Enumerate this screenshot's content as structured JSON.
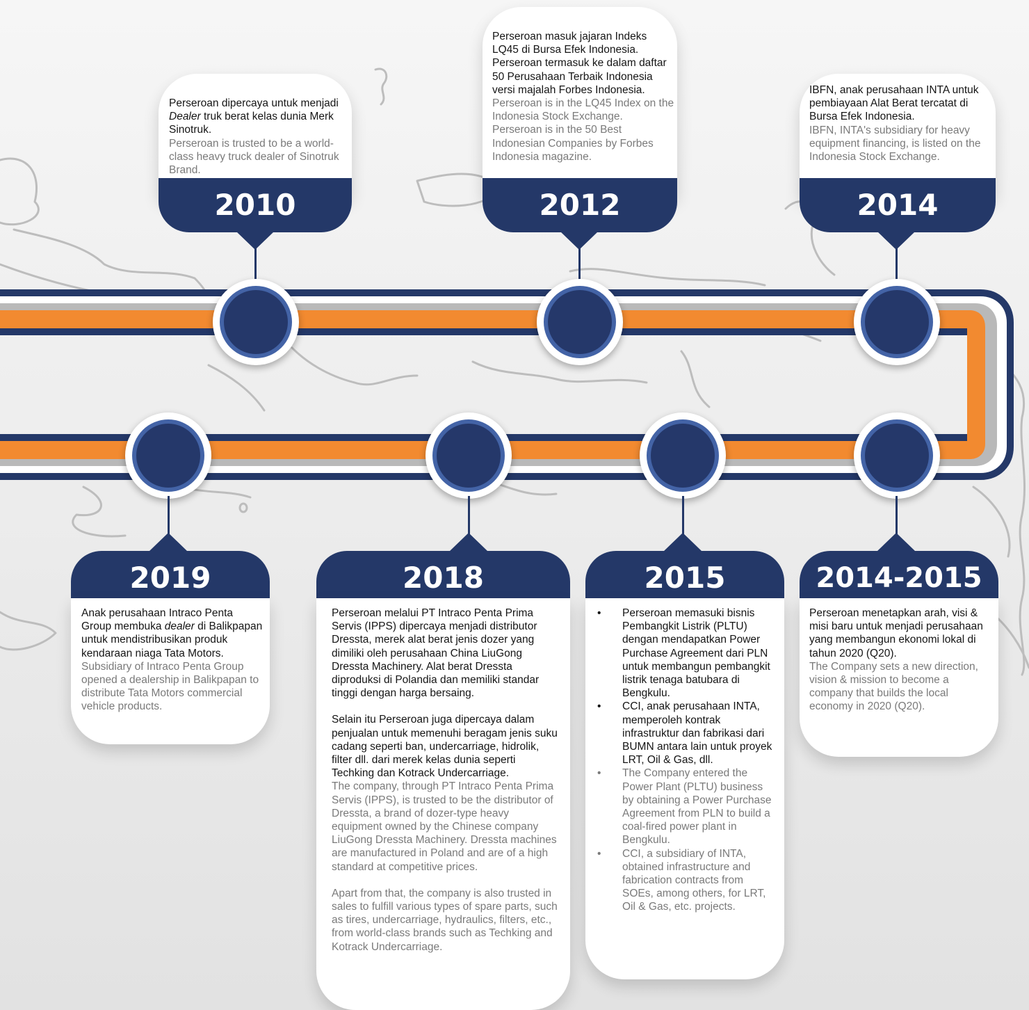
{
  "colors": {
    "navy": "#243868",
    "orange": "#f28a30",
    "node_ring": "#4363a6",
    "text_id": "#151515",
    "text_en": "#7a7a7a",
    "map_line": "#bdbdbd"
  },
  "milestones": {
    "m2010": {
      "year": "2010",
      "id_parts": [
        "Perseroan dipercaya untuk menjadi ",
        "Dealer",
        " truk berat kelas dunia Merk Sinotruk."
      ],
      "en": "Perseroan is trusted to be a world-class heavy truck dealer of Sinotruk Brand."
    },
    "m2012": {
      "year": "2012",
      "id": "Perseroan masuk jajaran Indeks LQ45 di Bursa Efek Indonesia. Perseroan termasuk ke dalam daftar 50 Perusahaan Terbaik Indonesia versi majalah Forbes Indonesia.",
      "en": "Perseroan is in the LQ45 Index on the Indonesia Stock Exchange. Perseroan is in the 50 Best Indonesian Companies by Forbes Indonesia magazine."
    },
    "m2014": {
      "year": "2014",
      "id": "IBFN, anak perusahaan INTA untuk pembiayaan Alat Berat tercatat di Bursa Efek Indonesia.",
      "en": "IBFN, INTA's subsidiary for heavy equipment financing, is listed on the Indonesia Stock Exchange."
    },
    "m2019": {
      "year": "2019",
      "id_parts": [
        "Anak perusahaan Intraco Penta Group membuka ",
        "dealer",
        " di Balikpapan untuk mendistribusikan produk kendaraan niaga Tata Motors."
      ],
      "en": "Subsidiary of Intraco Penta Group opened a dealership in Balikpapan to distribute Tata Motors commercial vehicle products."
    },
    "m2018": {
      "year": "2018",
      "id1": "Perseroan melalui PT Intraco Penta Prima Servis (IPPS) dipercaya menjadi distributor Dressta, merek alat berat jenis dozer yang dimiliki oleh perusahaan China LiuGong Dressta Machinery. Alat berat Dressta diproduksi di Polandia dan memiliki standar tinggi dengan harga bersaing.",
      "id2": "Selain itu Perseroan juga dipercaya dalam penjualan untuk  memenuhi beragam jenis suku cadang seperti ban, undercarriage, hidrolik, filter dll. dari merek kelas dunia seperti Techking dan Kotrack Undercarriage.",
      "en1": "The company, through PT Intraco Penta Prima Servis (IPPS), is trusted to be the distributor of Dressta, a brand of dozer-type heavy equipment owned by the Chinese company LiuGong Dressta Machinery. Dressta machines are manufactured in Poland and are of a high standard at competitive prices.",
      "en2": "Apart from that, the company is also trusted in sales to fulfill various types of spare parts, such as tires, undercarriage, hydraulics, filters, etc., from world-class brands such as Techking and Kotrack Undercarriage."
    },
    "m2015": {
      "year": "2015",
      "id_bullets": [
        "Perseroan memasuki bisnis Pembangkit Listrik (PLTU) dengan mendapatkan Power Purchase Agreement dari PLN untuk membangun pembangkit listrik tenaga batubara di Bengkulu.",
        "CCI, anak perusahaan INTA, memperoleh kontrak infrastruktur dan fabrikasi dari BUMN antara lain untuk proyek LRT, Oil & Gas, dll."
      ],
      "en_bullets": [
        "The Company entered the Power Plant (PLTU) business by obtaining a Power Purchase Agreement from PLN to build a coal-fired power plant in Bengkulu.",
        "CCI, a subsidiary of INTA, obtained infrastructure and fabrication contracts from SOEs, among others, for LRT, Oil & Gas, etc. projects."
      ]
    },
    "m2014_2015": {
      "year": "2014-2015",
      "id": "Perseroan menetapkan arah, visi & misi baru untuk menjadi perusahaan yang membangun ekonomi lokal di tahun 2020 (Q20).",
      "en": "The Company sets a new direction, vision & mission to become a company that builds the local economy in 2020 (Q20)."
    }
  }
}
